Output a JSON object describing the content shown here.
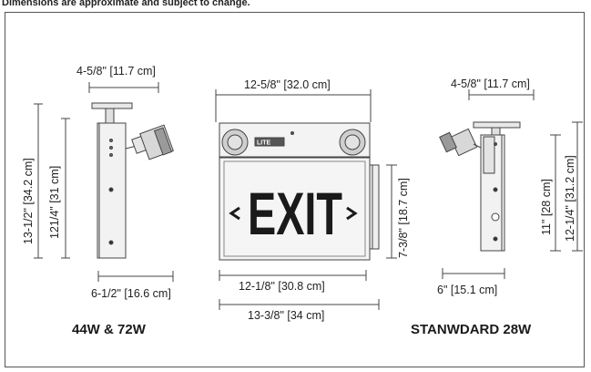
{
  "header": {
    "note": "Dimensions are approximate and subject to change."
  },
  "left_model": {
    "caption": "44W & 72W",
    "top_width": "4-5/8\" [11.7 cm]",
    "overall_height": "13-1/2\" [34.2 cm]",
    "body_height": "121/4\" [31 cm]",
    "depth": "6-1/2\" [16.6 cm]"
  },
  "center_view": {
    "top_width": "12-5/8\" [32.0 cm]",
    "height": "7-3/8\" [18.7 cm]",
    "inner_width": "12-1/8\" [30.8 cm]",
    "overall_width": "13-3/8\" [34 cm]",
    "sign_text": "EXIT",
    "small_label": "LITE"
  },
  "right_model": {
    "caption": "STANWDARD 28W",
    "top_width": "4-5/8\" [11.7 cm]",
    "body_height": "11\" [28 cm]",
    "overall_height": "12-1/4\" [31.2 cm]",
    "depth": "6\" [15.1 cm]"
  },
  "colors": {
    "exit_text": "#1a1a1a",
    "housing": "#f4f4f4",
    "outline": "#444444"
  }
}
